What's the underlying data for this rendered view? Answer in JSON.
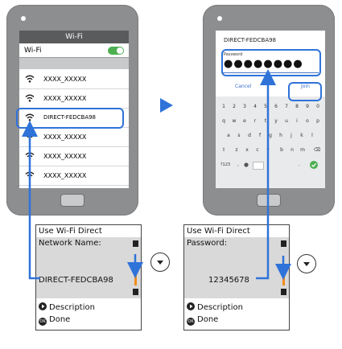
{
  "colors": {
    "accent": "#2f73d9",
    "phone": "#8d8e90",
    "toggle_on": "#4caf50",
    "scroll": "#f08c1c"
  },
  "phone1": {
    "header": "Wi-Fi",
    "toggle_label": "Wi-Fi",
    "networks": [
      "XXXX_XXXXX",
      "XXXX_XXXXX",
      "DIRECT-FEDCBA98",
      "XXXX_XXXXX",
      "XXXX_XXXXX",
      "XXXX_XXXXX"
    ]
  },
  "phone2": {
    "ssid": "DIRECT-FEDCBA98",
    "password_label": "Password",
    "password_mask": "●●●●●●●●",
    "cancel_label": "Cancel",
    "join_label": "Join",
    "keyboard_rows": [
      [
        "1",
        "2",
        "3",
        "4",
        "5",
        "6",
        "7",
        "8",
        "9",
        "0"
      ],
      [
        "q",
        "w",
        "e",
        "r",
        "t",
        "y",
        "u",
        "i",
        "o",
        "p"
      ],
      [
        "a",
        "s",
        "d",
        "f",
        "g",
        "h",
        "j",
        "k",
        "l"
      ],
      [
        "⇧",
        "z",
        "x",
        "c",
        "v",
        "b",
        "n",
        "m",
        "⌫"
      ],
      [
        "?123",
        ",",
        "",
        "",
        "",
        "",
        "",
        ".",
        ""
      ]
    ]
  },
  "panel1": {
    "title": "Use Wi-Fi Direct",
    "label": "Network Name:",
    "value": "DIRECT-FEDCBA98",
    "footer_description": "Description",
    "footer_done": "Done"
  },
  "panel2": {
    "title": "Use Wi-Fi Direct",
    "label": "Password:",
    "value": "12345678",
    "footer_description": "Description",
    "footer_done": "Done"
  },
  "icons": [
    "wifi-icon",
    "play-arrow-icon",
    "chevron-down-icon",
    "ok-icon",
    "description-icon"
  ]
}
